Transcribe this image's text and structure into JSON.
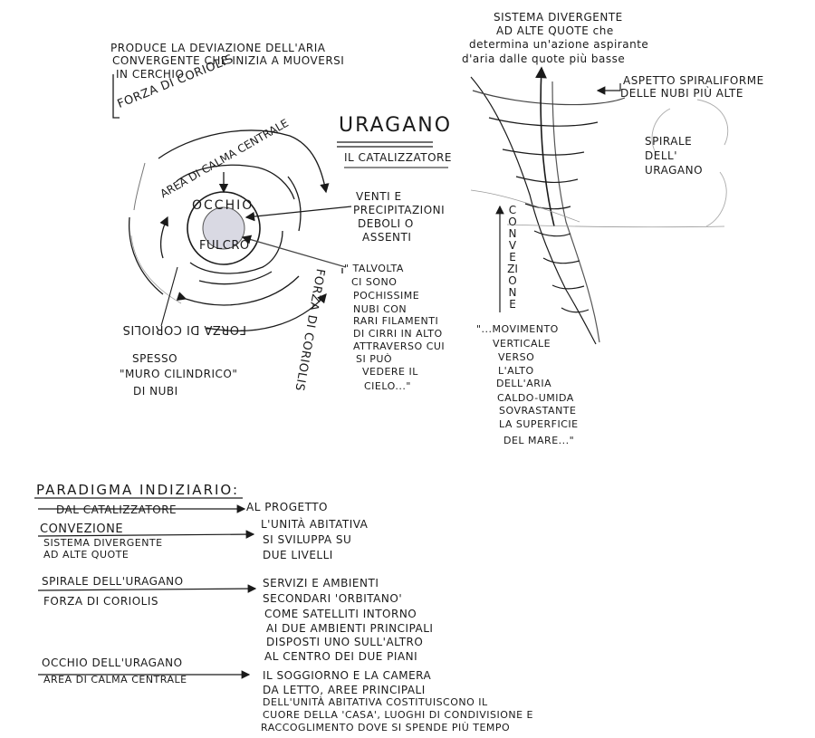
{
  "title": {
    "main": "URAGANO",
    "subtitle": "IL CATALIZZATORE"
  },
  "left_diagram": {
    "note_top_lines": [
      "PRODUCE LA DEVIAZIONE DELL'ARIA",
      "CONVERGENTE CHE INIZIA A MUOVERSI",
      "IN CERCHIO"
    ],
    "coriolis_top": "FORZA DI CORIOLIS",
    "area_calma": "AREA DI CALMA CENTRALE",
    "occhio": "OCCHIO",
    "fulcro": "FULCRO",
    "venti_lines": [
      "VENTI E",
      "PRECIPITAZIONI",
      "DEBOLI O",
      "ASSENTI"
    ],
    "talvolta_lines": [
      "\" TALVOLTA",
      "CI SONO",
      "POCHISSIME",
      "NUBI CON",
      "RARI FILAMENTI",
      "DI CIRRI IN ALTO",
      "ATTRAVERSO CUI",
      "SI PUÒ",
      "VEDERE IL",
      "CIELO...\""
    ],
    "coriolis_bottom": "FORZA DI CORIOLIS",
    "coriolis_right": "FORZA DI CORIOLIS",
    "spesso_lines": [
      "SPESSO",
      "\"MURO CILINDRICO\"",
      "DI NUBI"
    ]
  },
  "right_diagram": {
    "sistema_lines": [
      "SISTEMA DIVERGENTE",
      "AD ALTE QUOTE che",
      "determina un'azione aspirante",
      "d'aria dalle quote più basse"
    ],
    "aspetto_lines": [
      "ASPETTO SPIRALIFORME",
      "DELLE NUBI PIÙ ALTE"
    ],
    "spirale_lines": [
      "SPIRALE",
      "DELL'",
      "URAGANO"
    ],
    "convezione": "CONVEZIONE",
    "movimento_lines": [
      "\"...MOVIMENTO",
      "VERTICALE",
      "VERSO",
      "L'ALTO",
      "DELL'ARIA",
      "CALDO-UMIDA",
      "SOVRASTANTE",
      "LA SUPERFICIE",
      "DEL MARE...\""
    ]
  },
  "paradigm": {
    "heading": "PARADIGMA INDIZIARIO:",
    "rows": [
      {
        "left": [
          "DAL CATALIZZATORE"
        ],
        "right": [
          "AL PROGETTO"
        ]
      },
      {
        "left": [
          "CONVEZIONE",
          "SISTEMA DIVERGENTE",
          "AD ALTE QUOTE"
        ],
        "right": [
          "L'UNITÀ ABITATIVA",
          "SI SVILUPPA SU",
          "DUE LIVELLI"
        ]
      },
      {
        "left": [
          "SPIRALE DELL'URAGANO",
          "FORZA DI CORIOLIS"
        ],
        "right": [
          "SERVIZI E AMBIENTI",
          "SECONDARI 'ORBITANO'",
          "COME SATELLITI INTORNO",
          "AI DUE AMBIENTI PRINCIPALI",
          "DISPOSTI UNO SULL'ALTRO",
          "AL CENTRO DEI DUE PIANI"
        ]
      },
      {
        "left": [
          "OCCHIO DELL'URAGANO",
          "AREA DI CALMA CENTRALE"
        ],
        "right": [
          "IL SOGGIORNO E LA CAMERA",
          "DA LETTO, AREE PRINCIPALI",
          "DELL'UNITÀ ABITATIVA COSTITUISCONO IL",
          "CUORE DELLA 'CASA', LUOGHI DI CONDIVISIONE E",
          "RACCOGLIMENTO DOVE SI SPENDE PIÙ TEMPO"
        ]
      }
    ]
  },
  "colors": {
    "ink": "#1a1a1a",
    "pencil": "#6b6b6b",
    "eye_fill": "#d9d9e3",
    "paper": "#ffffff"
  }
}
